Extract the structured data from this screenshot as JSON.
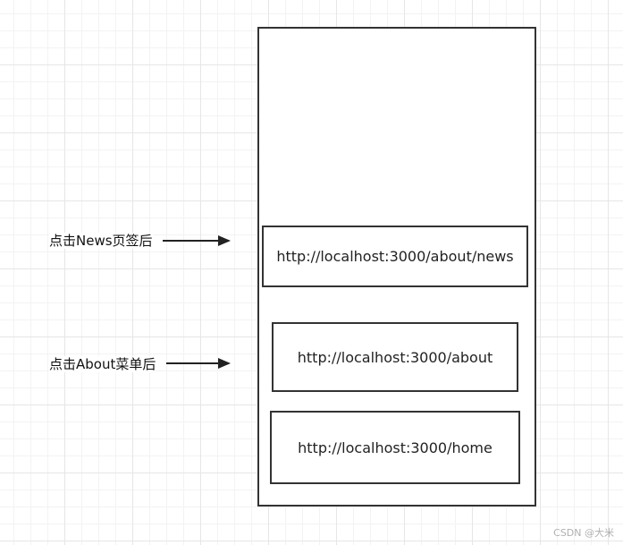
{
  "diagram": {
    "annotations": [
      {
        "label": "点击News页签后"
      },
      {
        "label": "点击About菜单后"
      }
    ],
    "url_boxes": [
      {
        "text": "http://localhost:3000/about/news"
      },
      {
        "text": "http://localhost:3000/about"
      },
      {
        "text": "http://localhost:3000/home"
      }
    ],
    "watermark": "CSDN @大米"
  },
  "colors": {
    "stroke": "#333333",
    "grid": "#e6e6e6",
    "background": "#ffffff"
  }
}
